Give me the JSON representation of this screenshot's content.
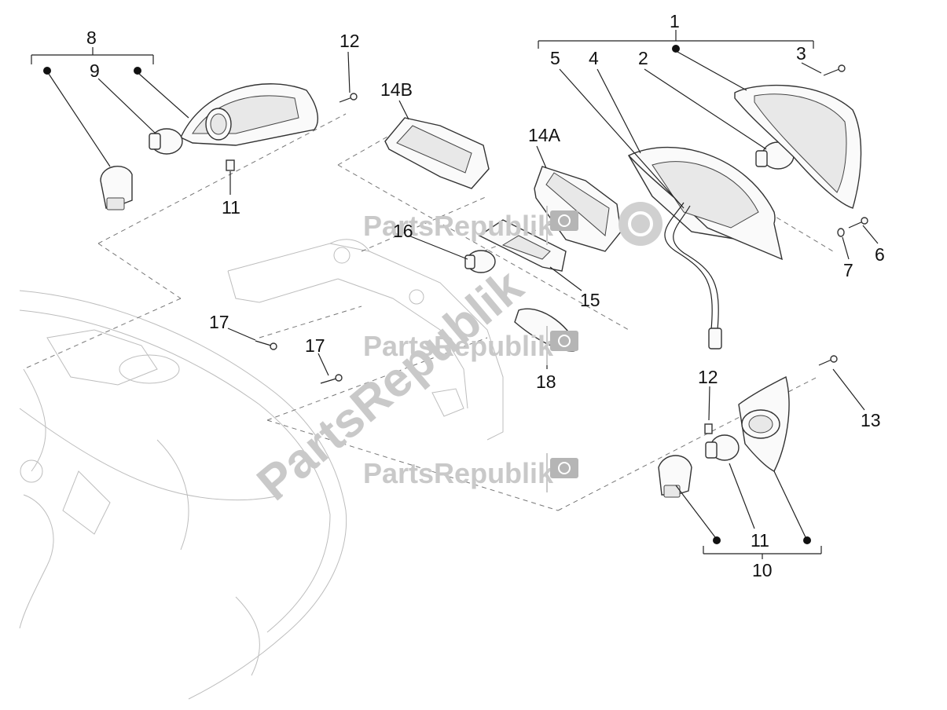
{
  "labels": {
    "l1": "1",
    "l2": "2",
    "l3": "3",
    "l4": "4",
    "l5": "5",
    "l6": "6",
    "l7": "7",
    "l8": "8",
    "l9": "9",
    "l10": "10",
    "l11a": "11",
    "l11b": "11",
    "l12a": "12",
    "l12b": "12",
    "l13": "13",
    "l14a": "14A",
    "l14b": "14B",
    "l15": "15",
    "l16": "16",
    "l17a": "17",
    "l17b": "17",
    "l18": "18"
  },
  "watermark": {
    "text": "PartsRepublik",
    "colors": {
      "text": "#c9c9c9",
      "icon": "#b5b5b5"
    }
  }
}
